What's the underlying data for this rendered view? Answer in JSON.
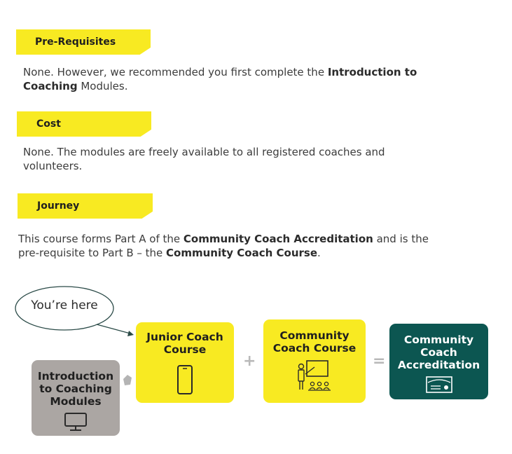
{
  "prereq": {
    "heading": "Pre-Requisites",
    "text_before": "None. However, we recommended you first complete the ",
    "text_bold": "Introduction to Coaching",
    "text_after": " Modules."
  },
  "cost": {
    "heading": "Cost",
    "text": "None. The modules are freely available to all registered coaches and volunteers."
  },
  "journey": {
    "heading": "Journey",
    "t1": "This course forms Part A of the ",
    "b1": "Community Coach Accreditation",
    "t2": " and is the pre-requisite to Part B – the ",
    "b2": "Community Coach Course",
    "t3": "."
  },
  "diagram": {
    "you_are_here": "You’re here",
    "intro": "Introduction to Coaching Modules",
    "junior": "Junior Coach Course",
    "community_course": "Community Coach Course",
    "accreditation": "Community Coach Accreditation",
    "plus": "+",
    "equals": "=",
    "colors": {
      "yellow": "#f8ea22",
      "grey": "#aba6a3",
      "green": "#0c5651"
    }
  }
}
